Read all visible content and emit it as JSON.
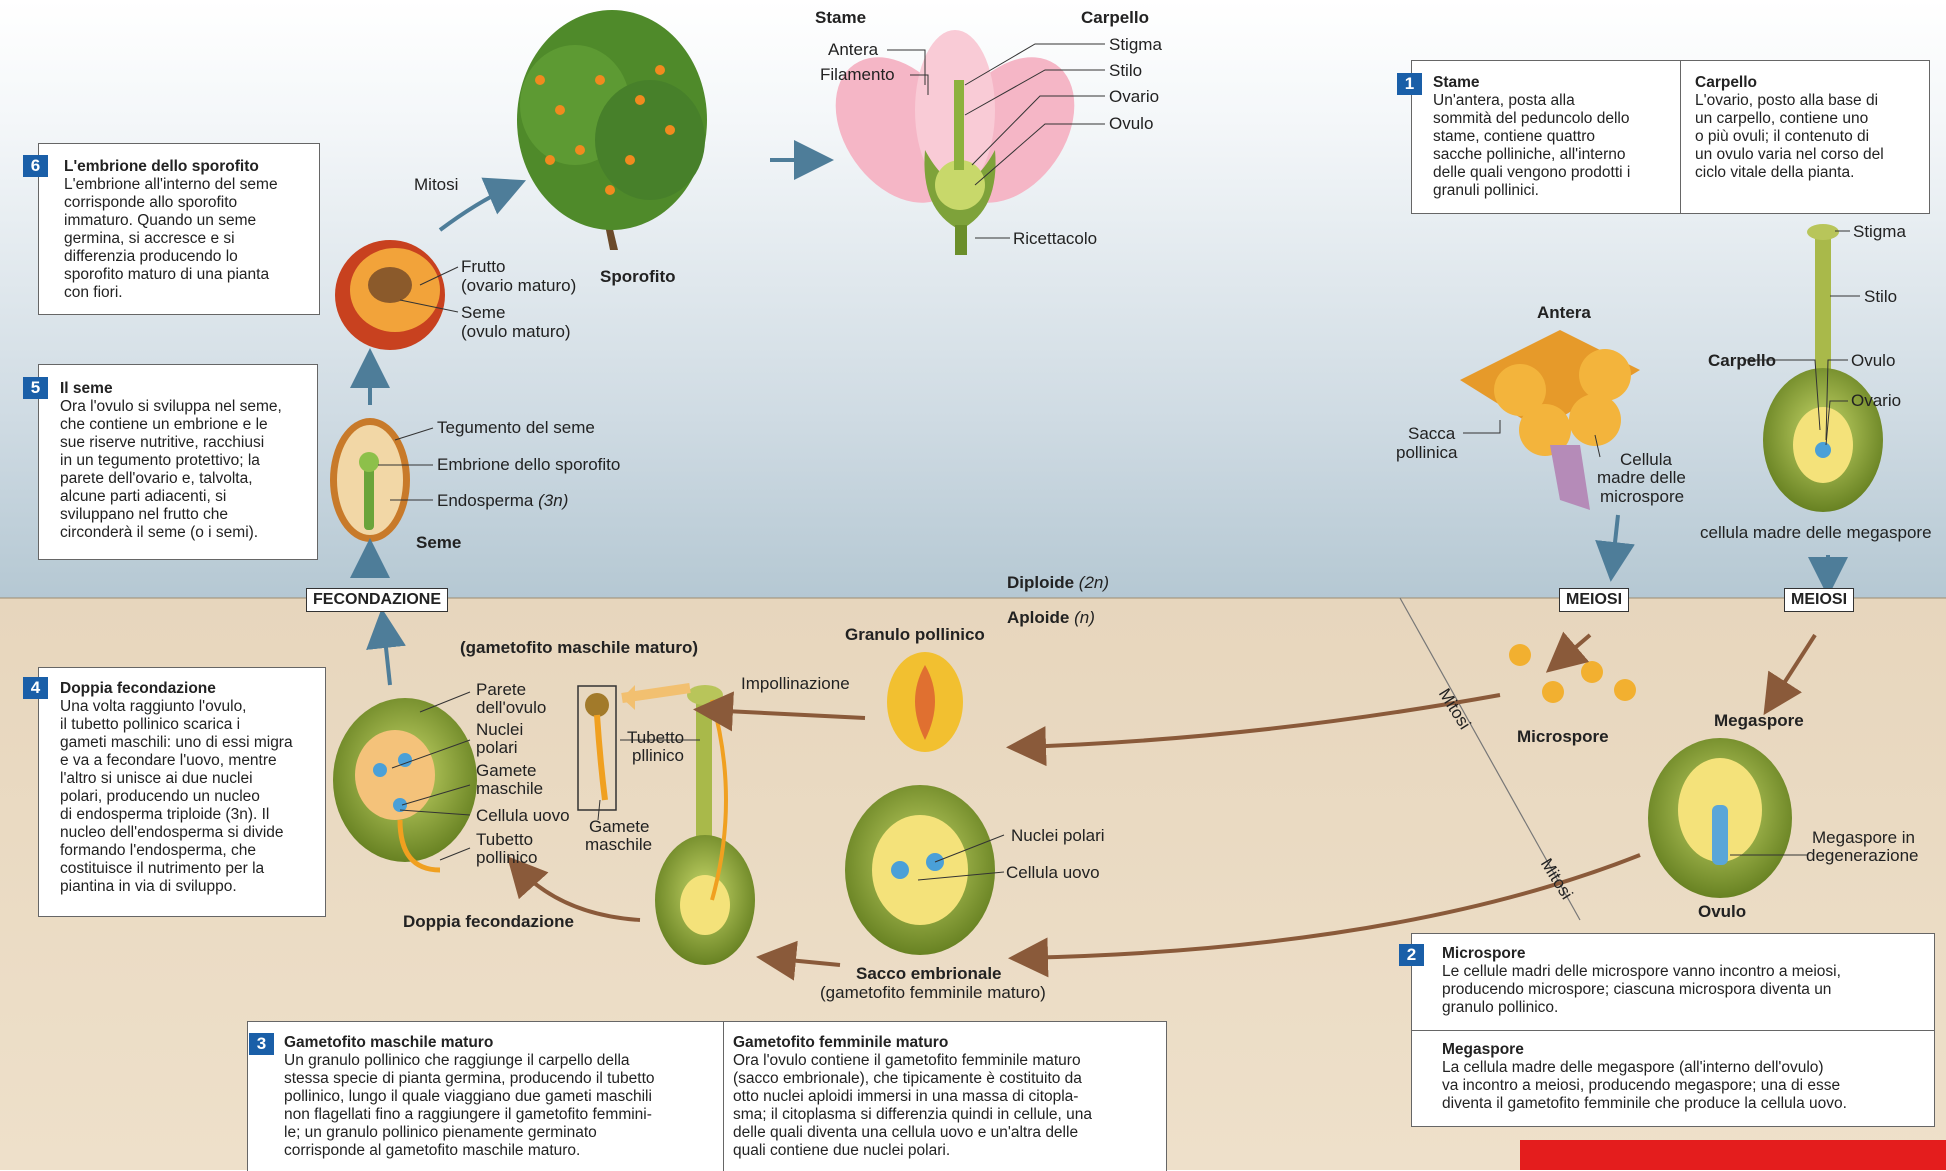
{
  "labels": {
    "stame_top": "Stame",
    "carpello_top": "Carpello",
    "antera": "Antera",
    "filamento": "Filamento",
    "stigma": "Stigma",
    "stilo": "Stilo",
    "ovario": "Ovario",
    "ovulo": "Ovulo",
    "ricettacolo": "Ricettacolo",
    "mitosi": "Mitosi",
    "sporofito": "Sporofito",
    "frutto": "Frutto",
    "frutto_sub": "(ovario maturo)",
    "seme_lbl": "Seme",
    "seme_sub": "(ovulo maturo)",
    "tegumento": "Tegumento del seme",
    "embrione_spor": "Embrione dello sporofito",
    "endosperma": "Endosperma",
    "endosperma_n": "(3n)",
    "seme": "Seme",
    "fecondazione": "FECONDAZIONE",
    "diploide": "Diploide",
    "diploide_n": "(2n)",
    "aploide": "Aploide",
    "aploide_n": "(n)",
    "antera_r": "Antera",
    "sacca": "Sacca",
    "sacca2": "pollinica",
    "cellula_madre_micro_1": "Cellula",
    "cellula_madre_micro_2": "madre delle",
    "cellula_madre_micro_3": "microspore",
    "stigma_r": "Stigma",
    "stilo_r": "Stilo",
    "carpello_r": "Carpello",
    "ovulo_r": "Ovulo",
    "ovario_r": "Ovario",
    "cellula_madre_mega": "cellula madre delle megaspore",
    "meiosi1": "MEIOSI",
    "meiosi2": "MEIOSI",
    "gametofito_maschile": "(gametofito maschile maturo)",
    "granulo": "Granulo pollinico",
    "impollinazione": "Impollinazione",
    "mitosi_a": "Mitosi",
    "mitosi_b": "Mitosi",
    "microspore": "Microspore",
    "megaspore": "Megaspore",
    "parete": "Parete",
    "parete2": "dell'ovulo",
    "nuclei": "Nuclei",
    "nuclei2": "polari",
    "gamete": "Gamete",
    "gamete2": "maschile",
    "cellula_uovo": "Cellula uovo",
    "tubetto": "Tubetto",
    "tubetto2": "pollinico",
    "tubetto_b": "Tubetto",
    "tubetto_b2": "pllinico",
    "gamete_b": "Gamete",
    "gamete_b2": "maschile",
    "nuclei_polari_r": "Nuclei polari",
    "cellula_uovo_r": "Cellula uovo",
    "megaspore_deg": "Megaspore in",
    "megaspore_deg2": "degenerazione",
    "ovulo_bot": "Ovulo",
    "doppia_fec": "Doppia fecondazione",
    "sacco": "Sacco embrionale",
    "sacco_sub": "(gametofito femminile maturo)"
  },
  "boxes": {
    "b1": {
      "num": "1",
      "t1": "Stame",
      "l1": [
        "Un'antera, posta alla",
        "sommità del peduncolo dello",
        "stame, contiene quattro",
        "sacche polliniche, all'interno",
        "delle quali vengono prodotti i",
        "granuli pollinici."
      ],
      "t2": "Carpello",
      "l2": [
        "L'ovario, posto alla base di",
        "un carpello, contiene uno",
        "o più ovuli; il contenuto di",
        "un ovulo varia nel corso del",
        "ciclo vitale della pianta."
      ]
    },
    "b2": {
      "num": "2",
      "t1": "Microspore",
      "l1": [
        "Le cellule madri delle microspore vanno incontro a meiosi,",
        "producendo microspore; ciascuna microspora diventa un",
        "granulo pollinico."
      ],
      "t2": "Megaspore",
      "l2": [
        "La cellula madre delle megaspore (all'interno dell'ovulo)",
        "va incontro a meiosi, producendo megaspore; una di esse",
        "diventa il gametofito femminile che produce la cellula uovo."
      ]
    },
    "b3": {
      "num": "3",
      "t1": "Gametofito maschile maturo",
      "l1": [
        "Un granulo pollinico che raggiunge il carpello della",
        "stessa specie di pianta germina, producendo il tubetto",
        "pollinico, lungo il quale viaggiano due gameti maschili",
        "non flagellati fino a raggiungere il gametofito femmini-",
        "le; un granulo pollinico pienamente germinato",
        "corrisponde al gametofito maschile maturo."
      ],
      "t2": "Gametofito femminile maturo",
      "l2": [
        "Ora l'ovulo contiene il gametofito femminile maturo",
        "(sacco embrionale), che tipicamente è costituito da",
        "otto nuclei aploidi immersi in una massa di citopla-",
        "sma; il citoplasma si differenzia quindi in cellule, una",
        "delle quali diventa una cellula uovo e un'altra delle",
        "quali contiene due nuclei polari."
      ]
    },
    "b4": {
      "num": "4",
      "t1": "Doppia fecondazione",
      "l1": [
        "Una volta raggiunto l'ovulo,",
        "il tubetto pollinico scarica i",
        "gameti maschili: uno di essi migra",
        "e va a fecondare l'uovo, mentre",
        "l'altro si unisce ai due nuclei",
        "polari, producendo un nucleo",
        "di endosperma triploide (3n). Il",
        "nucleo dell'endosperma si divide",
        "formando l'endosperma, che",
        "costituisce il nutrimento per la",
        "piantina in via di sviluppo."
      ]
    },
    "b5": {
      "num": "5",
      "t1": "Il seme",
      "l1": [
        "Ora l'ovulo si sviluppa nel seme,",
        "che contiene un embrione e le",
        "sue riserve nutritive, racchiusi",
        "in un tegumento protettivo; la",
        "parete dell'ovario e, talvolta,",
        "alcune parti adiacenti, si",
        "sviluppano nel frutto che",
        "circonderà il seme (o i semi)."
      ]
    },
    "b6": {
      "num": "6",
      "t1": "L'embrione dello sporofito",
      "l1": [
        "L'embrione all'interno del seme",
        "corrisponde allo sporofito",
        "immaturo. Quando un seme",
        "germina, si accresce e si",
        "differenzia producendo lo",
        "sporofito maturo di una pianta",
        "con fiori."
      ]
    }
  },
  "colors": {
    "accent": "#1a5fa8",
    "arrow_dark": "#8a5a3a",
    "arrow_blue": "#4e7d99",
    "brand": "#e41d1d"
  }
}
